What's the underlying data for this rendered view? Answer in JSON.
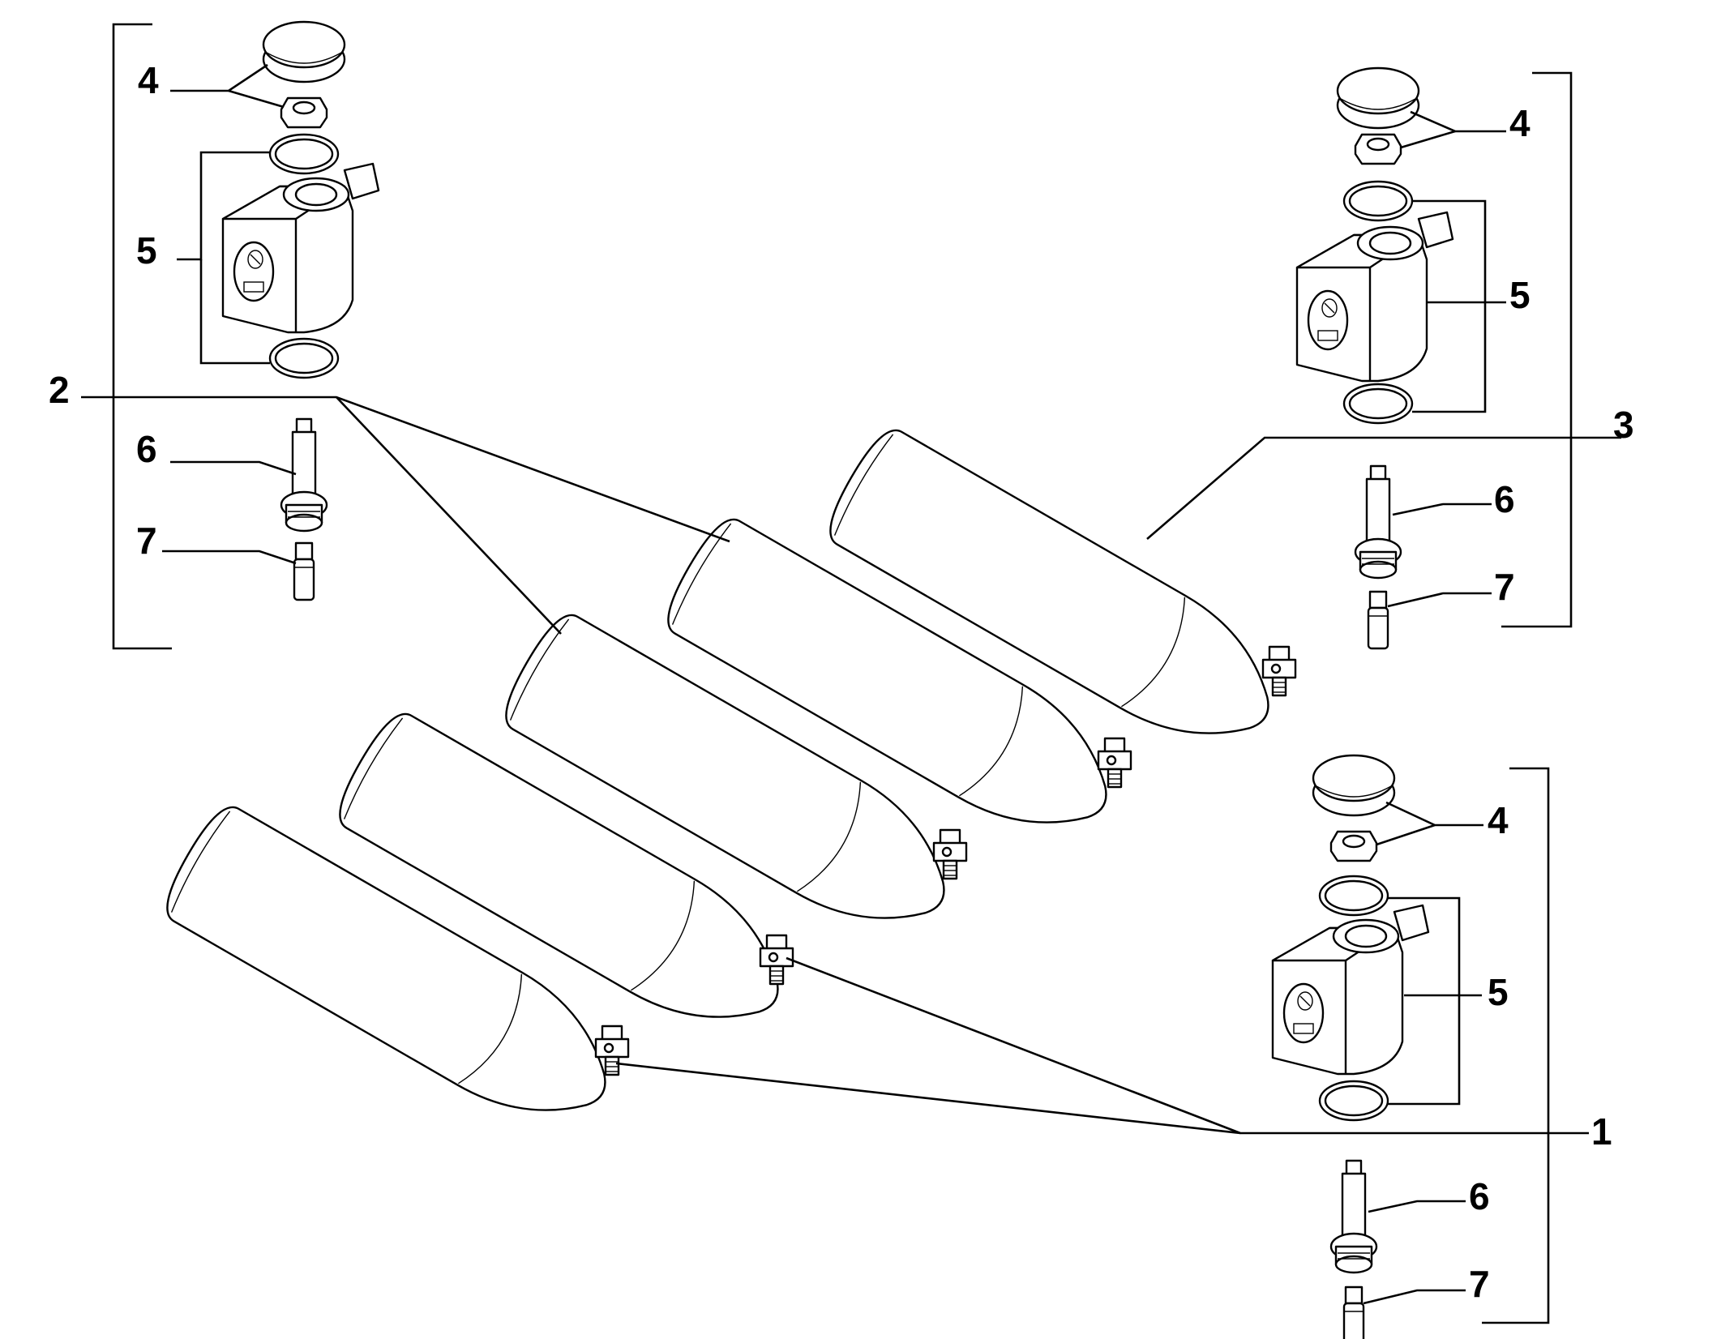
{
  "diagram": {
    "type": "exploded-parts-view",
    "callouts": {
      "c1": "1",
      "c2": "2",
      "c3": "3",
      "c4": "4",
      "c5": "5",
      "c6": "6",
      "c7": "7"
    },
    "icons": {
      "tank": "gas-cylinder-icon",
      "cap": "knurled-cap-icon",
      "nut": "nut-icon",
      "oring": "o-ring-icon",
      "coil": "solenoid-coil-icon",
      "stem": "valve-stem-icon",
      "plunger": "plunger-icon"
    }
  }
}
